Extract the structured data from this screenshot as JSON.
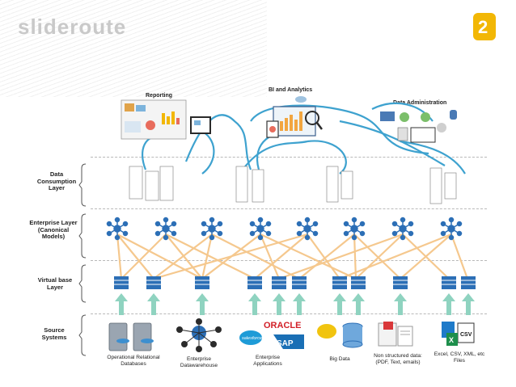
{
  "brand": {
    "name": "slideroute",
    "logo_icon": "brand-logo-icon"
  },
  "sections": {
    "reporting": "Reporting",
    "bi": "BI and Analytics",
    "admin": "Data Administration"
  },
  "layers": {
    "consumption": "Data\nConsumption\nLayer",
    "enterprise": "Enterprise Layer\n(Canonical\nModels)",
    "virtual": "Virtual base\nLayer",
    "source": "Source\nSystems"
  },
  "sources": [
    {
      "caption": "Operational Relational\nDatabases",
      "icon": "database-server-icon"
    },
    {
      "caption": "Enterprise\nDatawarehouse",
      "icon": "warehouse-network-icon"
    },
    {
      "caption": "Enterprise\nApplications",
      "icon": "enterprise-apps-icon"
    },
    {
      "caption": "Big Data",
      "icon": "hadoop-db-icon"
    },
    {
      "caption": "Non structured data:\n(PDF, Text, emails)",
      "icon": "documents-icon"
    },
    {
      "caption": "Excel, CSV, XML, etc\nFiles",
      "icon": "files-icon"
    }
  ],
  "vendor_logos": {
    "oracle": "ORACLE",
    "sap": "SAP",
    "salesforce": "salesforce"
  },
  "colors": {
    "flow_blue": "#3ea2cf",
    "link_orange": "#f5c88e",
    "arrow_green": "#8fd3c0",
    "node_blue": "#2c6fb6"
  }
}
